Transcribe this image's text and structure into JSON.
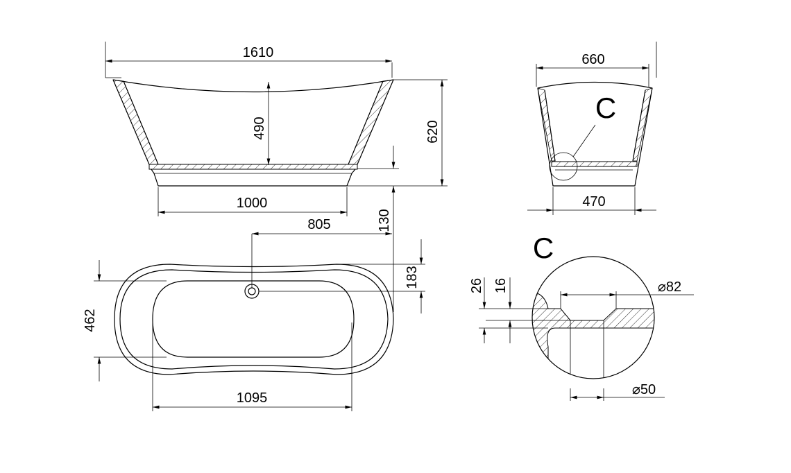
{
  "drawing": {
    "front_view": {
      "width_top": "1610",
      "inner_depth": "490",
      "height": "620",
      "base_width": "1000",
      "base_height": "130",
      "drain_offset": "805"
    },
    "top_view": {
      "width": "462",
      "length_inner": "1095",
      "drain_lateral": "183"
    },
    "side_view": {
      "width_top": "660",
      "width_base": "470",
      "detail_label": "C"
    },
    "detail_c": {
      "label": "C",
      "dim_26": "26",
      "dim_16": "16",
      "dia_outer": "⌀82",
      "dia_inner": "⌀50"
    }
  }
}
